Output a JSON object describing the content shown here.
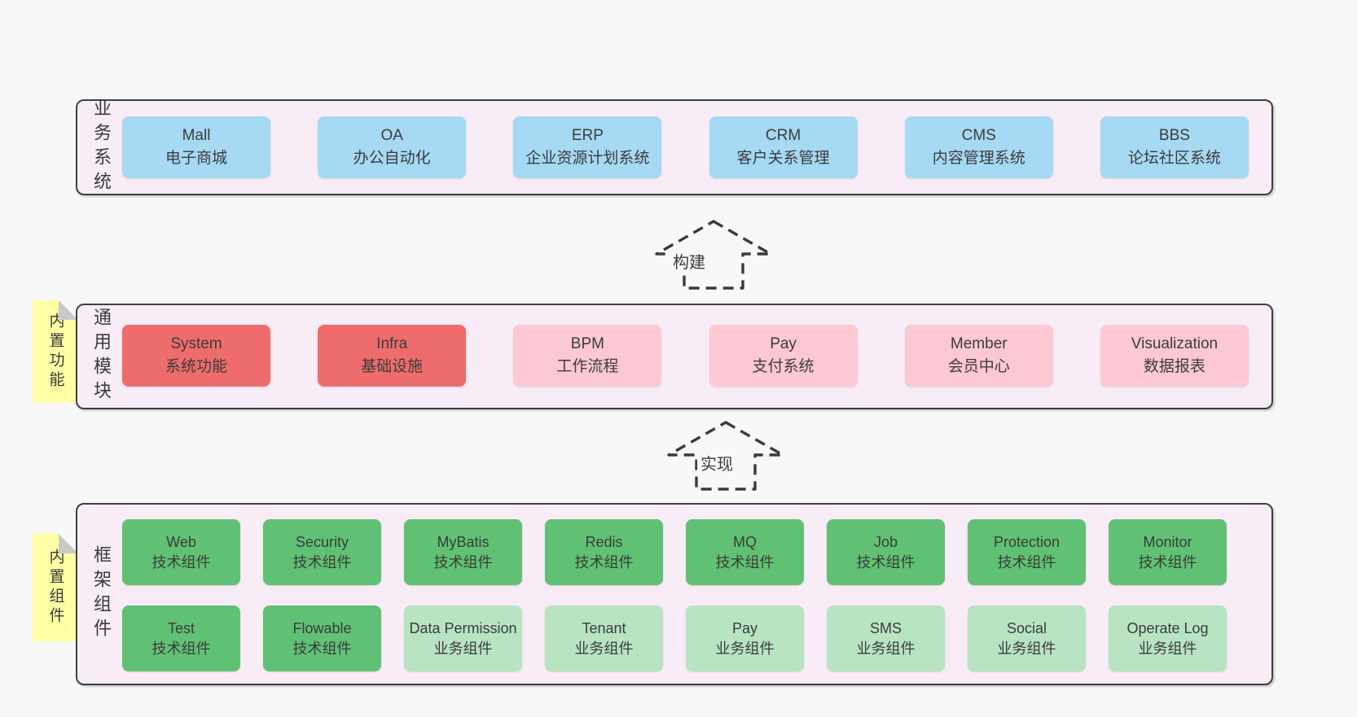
{
  "colors": {
    "page_bg": "#f8f8f8",
    "layer_bg": "#f8edf7",
    "border": "#3f3f3f",
    "blue": "#a6d9f3",
    "red": "#ef6c6c",
    "pink": "#fcc8d3",
    "green": "#60c175",
    "light_green": "#b8e4c2",
    "tab_yellow": "#feffa4",
    "text": "#3c3c3c"
  },
  "arrows": [
    {
      "label": "构建"
    },
    {
      "label": "实现"
    }
  ],
  "layers": [
    {
      "label": "业务系统",
      "boxes": [
        {
          "name": "Mall",
          "desc": "电子商城"
        },
        {
          "name": "OA",
          "desc": "办公自动化"
        },
        {
          "name": "ERP",
          "desc": "企业资源计划系统"
        },
        {
          "name": "CRM",
          "desc": "客户关系管理"
        },
        {
          "name": "CMS",
          "desc": "内容管理系统"
        },
        {
          "name": "BBS",
          "desc": "论坛社区系统"
        }
      ]
    },
    {
      "label": "通用模块",
      "tab": "内置功能",
      "boxes": [
        {
          "name": "System",
          "desc": "系统功能"
        },
        {
          "name": "Infra",
          "desc": "基础设施"
        },
        {
          "name": "BPM",
          "desc": "工作流程"
        },
        {
          "name": "Pay",
          "desc": "支付系统"
        },
        {
          "name": "Member",
          "desc": "会员中心"
        },
        {
          "name": "Visualization",
          "desc": "数据报表"
        }
      ]
    },
    {
      "label": "框架组件",
      "tab": "内置组件",
      "rows": [
        [
          {
            "name": "Web",
            "desc": "技术组件"
          },
          {
            "name": "Security",
            "desc": "技术组件"
          },
          {
            "name": "MyBatis",
            "desc": "技术组件"
          },
          {
            "name": "Redis",
            "desc": "技术组件"
          },
          {
            "name": "MQ",
            "desc": "技术组件"
          },
          {
            "name": "Job",
            "desc": "技术组件"
          },
          {
            "name": "Protection",
            "desc": "技术组件"
          },
          {
            "name": "Monitor",
            "desc": "技术组件"
          }
        ],
        [
          {
            "name": "Test",
            "desc": "技术组件"
          },
          {
            "name": "Flowable",
            "desc": "技术组件"
          },
          {
            "name": "Data Permission",
            "desc": "业务组件"
          },
          {
            "name": "Tenant",
            "desc": "业务组件"
          },
          {
            "name": "Pay",
            "desc": "业务组件"
          },
          {
            "name": "SMS",
            "desc": "业务组件"
          },
          {
            "name": "Social",
            "desc": "业务组件"
          },
          {
            "name": "Operate Log",
            "desc": "业务组件"
          }
        ]
      ]
    }
  ]
}
